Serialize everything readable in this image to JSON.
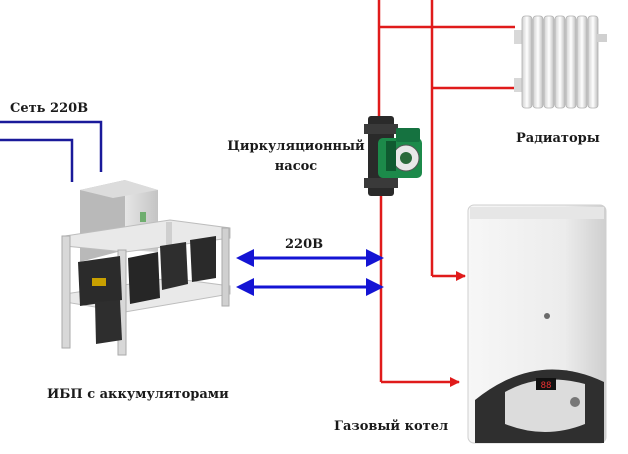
{
  "labels": {
    "mains": "Сеть 220В",
    "pump_line1": "Циркуляционный",
    "pump_line2": "насос",
    "radiators": "Радиаторы",
    "voltage": "220В",
    "ups": "ИБП с аккумуляторами",
    "boiler": "Газовый котел",
    "boiler_display": "88"
  },
  "colors": {
    "supply_pipe": "#e01b1b",
    "power_line": "#1a1a9a",
    "arrow": "#1414d4",
    "pump_body": "#1c8a4a",
    "boiler_body": "#f2f2f2",
    "boiler_panel": "#2f2f2f"
  },
  "icons": [
    "ups-battery-rack-icon",
    "circulation-pump-icon",
    "radiator-icon",
    "gas-boiler-icon"
  ]
}
